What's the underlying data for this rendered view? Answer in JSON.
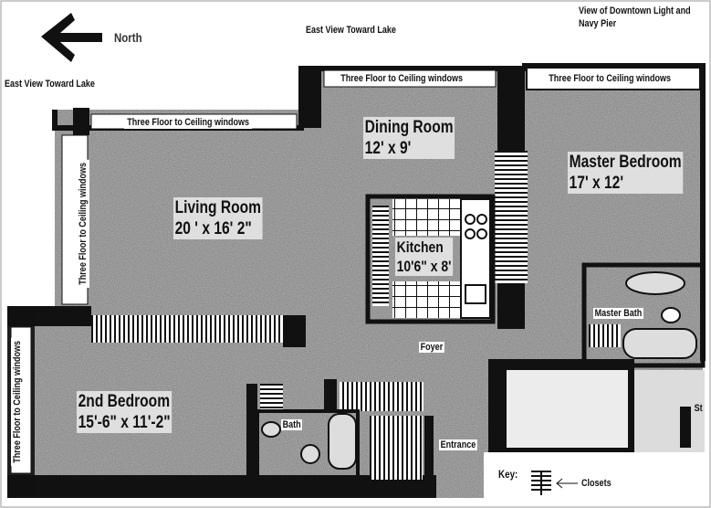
{
  "compass": {
    "label": "North"
  },
  "views": {
    "east_top": "East View Toward Lake",
    "east_left": "East View Toward Lake",
    "downtown": "View of Downtown Light and Navy Pier"
  },
  "windows": {
    "dining": "Three Floor to Ceiling windows",
    "master": "Three Floor to Ceiling windows",
    "living_top": "Three Floor to Ceiling windows",
    "living_left": "Three Floor to Ceiling windows",
    "bedroom_left": "Three Floor to Ceiling windows"
  },
  "rooms": {
    "dining": {
      "name": "Dining Room",
      "size": "12' x 9'"
    },
    "master": {
      "name": "Master Bedroom",
      "size": "17' x 12'"
    },
    "living": {
      "name": "Living Room",
      "size": "20 ' x 16' 2\""
    },
    "kitchen": {
      "name": "Kitchen",
      "size": "10'6\" x 8'"
    },
    "second": {
      "name": "2nd Bedroom",
      "size": "15'-6\" x 11'-2\""
    }
  },
  "tags": {
    "master_bath": "Master Bath",
    "bath": "Bath",
    "foyer": "Foyer",
    "entrance": "Entrance",
    "st": "St"
  },
  "key": {
    "title": "Key:",
    "closets": "Closets"
  }
}
